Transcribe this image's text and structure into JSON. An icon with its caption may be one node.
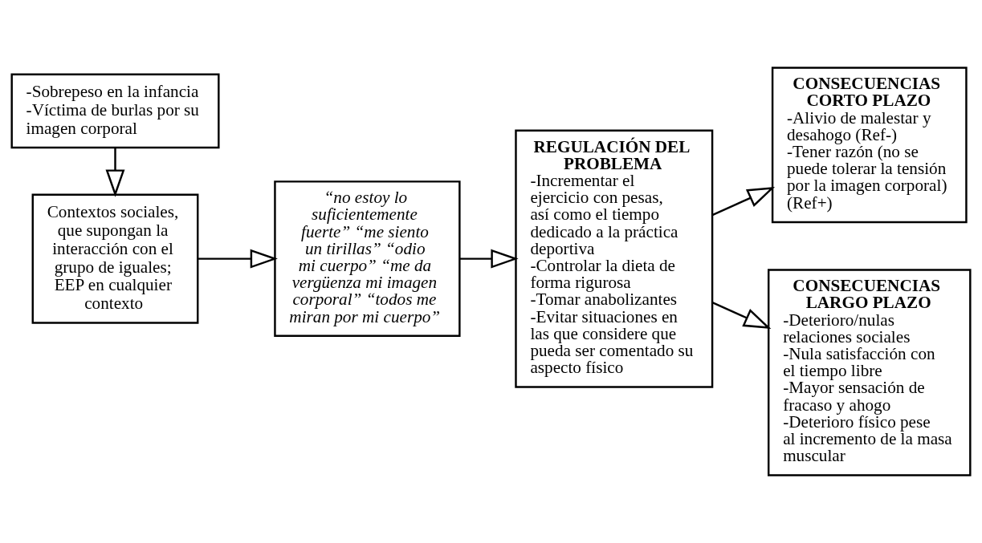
{
  "diagram": {
    "nodes": [
      {
        "text": [
          "-Sobrepeso en la infancia",
          "-Víctima de burlas por su imagen corporal"
        ]
      },
      {
        "text": [
          "Contextos sociales, que supongan la interacción con el grupo de iguales; EEP en cualquier contexto"
        ]
      },
      {
        "text": [
          "“no estoy lo suficientemente fuerte” “me siento un tirillas” “odio mi cuerpo” “me da vergüenza mi imagen corporal” “todos me miran por mi cuerpo”"
        ]
      },
      {
        "text": [
          "REGULACIÓN DEL PROBLEMA",
          "-Incrementar el ejercicio con pesas, así como el tiempo dedicado a la práctica deportiva",
          "-Controlar la dieta de forma rigurosa",
          "-Tomar anabolizantes",
          "-Evitar situaciones en las que considere que pueda ser comentado su aspecto físico"
        ]
      },
      {
        "text": [
          "CONSECUENCIAS CORTO PLAZO",
          "-Alivio de malestar y desahogo (Ref-)",
          "-Tener razón (no se puede tolerar la tensión por la imagen corporal) (Ref+)"
        ]
      },
      {
        "text": [
          "CONSECUENCIAS LARGO PLAZO",
          "-Deterioro/nulas relaciones sociales",
          "-Nula satisfacción con el tiempo libre",
          "-Mayor sensación de fracaso y ahogo",
          "-Deterioro físico pese al incremento de la masa muscular"
        ]
      }
    ],
    "edges": [
      {
        "from": 0,
        "to": 1,
        "arrow": "to"
      },
      {
        "from": 1,
        "to": 2,
        "arrow": "to"
      },
      {
        "from": 2,
        "to": 3,
        "arrow": "to"
      },
      {
        "from": 3,
        "to": 4,
        "arrow": "to"
      },
      {
        "from": 3,
        "to": 5,
        "arrow": "to"
      }
    ]
  }
}
